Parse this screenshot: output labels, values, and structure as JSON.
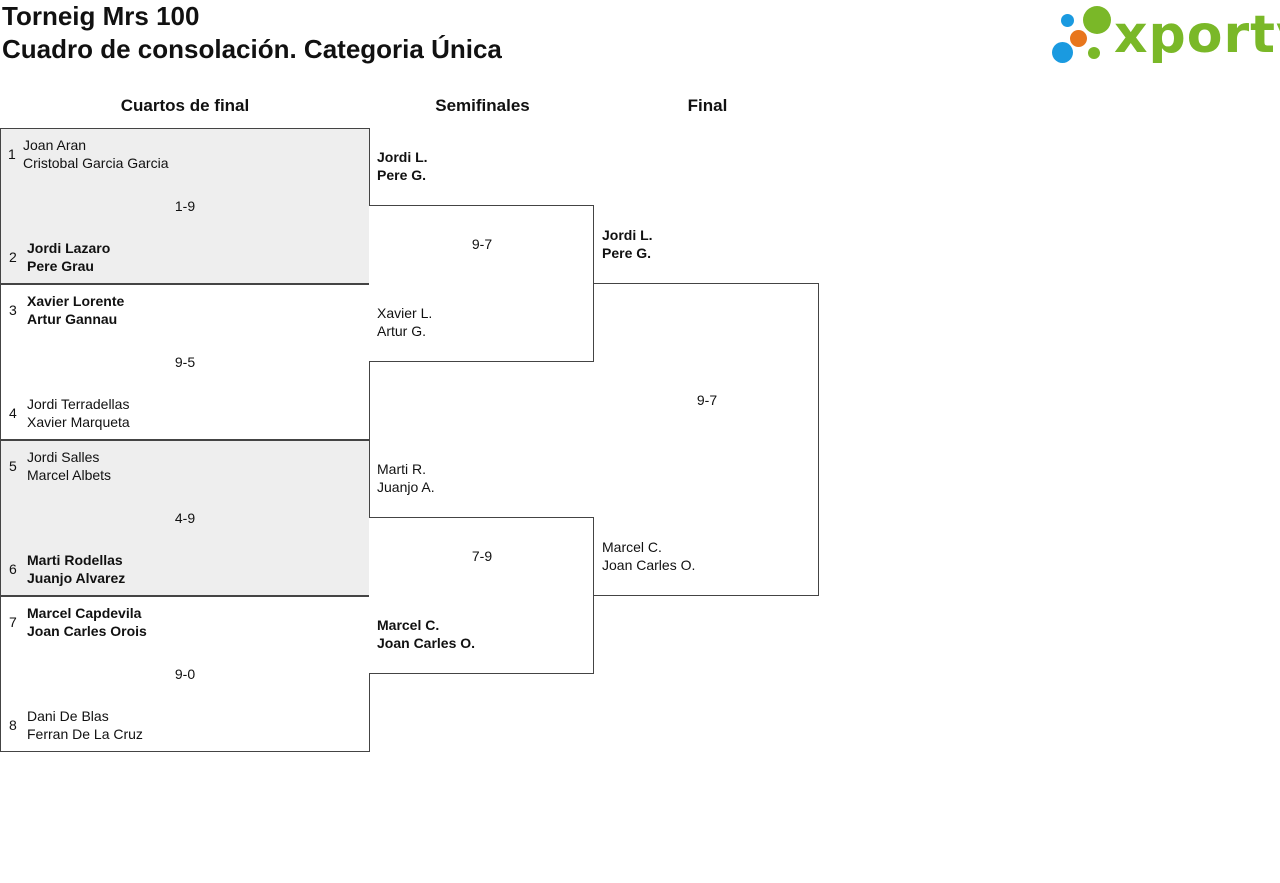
{
  "header": {
    "title1": "Torneig Mrs 100",
    "title2": "Cuadro de consolación. Categoria Única",
    "logo_text": "xporty"
  },
  "rounds": {
    "quarterfinals": "Cuartos de final",
    "semifinals": "Semifinales",
    "final": "Final"
  },
  "quarterfinals": [
    {
      "top_seed": "1",
      "top_p1": "Joan Aran",
      "top_p2": "Cristobal Garcia Garcia",
      "bottom_seed": "2",
      "bottom_p1": "Jordi Lazaro",
      "bottom_p2": "Pere Grau",
      "score": "1-9",
      "winner": "bottom"
    },
    {
      "top_seed": "3",
      "top_p1": "Xavier Lorente",
      "top_p2": "Artur Gannau",
      "bottom_seed": "4",
      "bottom_p1": "Jordi Terradellas",
      "bottom_p2": "Xavier Marqueta",
      "score": "9-5",
      "winner": "top"
    },
    {
      "top_seed": "5",
      "top_p1": "Jordi Salles",
      "top_p2": "Marcel Albets",
      "bottom_seed": "6",
      "bottom_p1": "Marti Rodellas",
      "bottom_p2": "Juanjo Alvarez",
      "score": "4-9",
      "winner": "bottom"
    },
    {
      "top_seed": "7",
      "top_p1": "Marcel Capdevila",
      "top_p2": "Joan Carles Orois",
      "bottom_seed": "8",
      "bottom_p1": "Dani De Blas",
      "bottom_p2": "Ferran De La Cruz",
      "score": "9-0",
      "winner": "top"
    }
  ],
  "semifinals": [
    {
      "top_p1": "Jordi L.",
      "top_p2": "Pere G.",
      "bottom_p1": "Xavier L.",
      "bottom_p2": "Artur G.",
      "score": "9-7",
      "winner": "top"
    },
    {
      "top_p1": "Marti R.",
      "top_p2": "Juanjo A.",
      "bottom_p1": "Marcel C.",
      "bottom_p2": "Joan Carles O.",
      "score": "7-9",
      "winner": "bottom"
    }
  ],
  "final": {
    "top_p1": "Jordi L.",
    "top_p2": "Pere G.",
    "bottom_p1": "Marcel C.",
    "bottom_p2": "Joan Carles O.",
    "score": "9-7",
    "winner": "top"
  },
  "colors": {
    "logo_green": "#7ab828",
    "dot_blue": "#1a9ae0",
    "dot_orange": "#e8761c"
  }
}
